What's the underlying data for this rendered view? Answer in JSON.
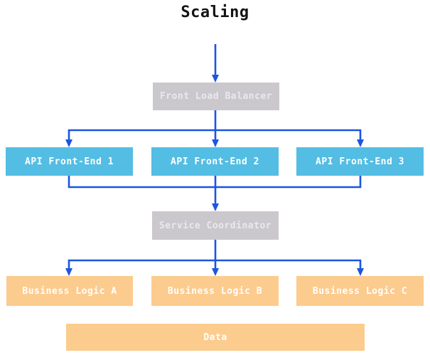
{
  "title": "Scaling",
  "nodes": {
    "front_load_balancer": {
      "label": "Front Load Balancer"
    },
    "api_front_end_1": {
      "label": "API Front-End 1"
    },
    "api_front_end_2": {
      "label": "API Front-End 2"
    },
    "api_front_end_3": {
      "label": "API Front-End 3"
    },
    "service_coordinator": {
      "label": "Service Coordinator"
    },
    "business_logic_a": {
      "label": "Business Logic A"
    },
    "business_logic_b": {
      "label": "Business Logic B"
    },
    "business_logic_c": {
      "label": "Business Logic C"
    },
    "data": {
      "label": "Data"
    }
  },
  "edges": [
    {
      "from": "top",
      "to": "front_load_balancer"
    },
    {
      "from": "front_load_balancer",
      "to": "api_front_end_1"
    },
    {
      "from": "front_load_balancer",
      "to": "api_front_end_2"
    },
    {
      "from": "front_load_balancer",
      "to": "api_front_end_3"
    },
    {
      "from": "api_front_end_1",
      "to": "service_coordinator"
    },
    {
      "from": "api_front_end_2",
      "to": "service_coordinator"
    },
    {
      "from": "api_front_end_3",
      "to": "service_coordinator"
    },
    {
      "from": "service_coordinator",
      "to": "business_logic_a"
    },
    {
      "from": "service_coordinator",
      "to": "business_logic_b"
    },
    {
      "from": "service_coordinator",
      "to": "business_logic_c"
    }
  ],
  "colors": {
    "edge_blue": "#1b55e0",
    "node_gray": "#cbc8cd",
    "node_blue": "#53bde3",
    "node_orange": "#fccb8e",
    "text_on_gray": "#eae8ed",
    "text_on_color": "#ffffff",
    "title_text": "#141414",
    "background": "#ffffff"
  }
}
